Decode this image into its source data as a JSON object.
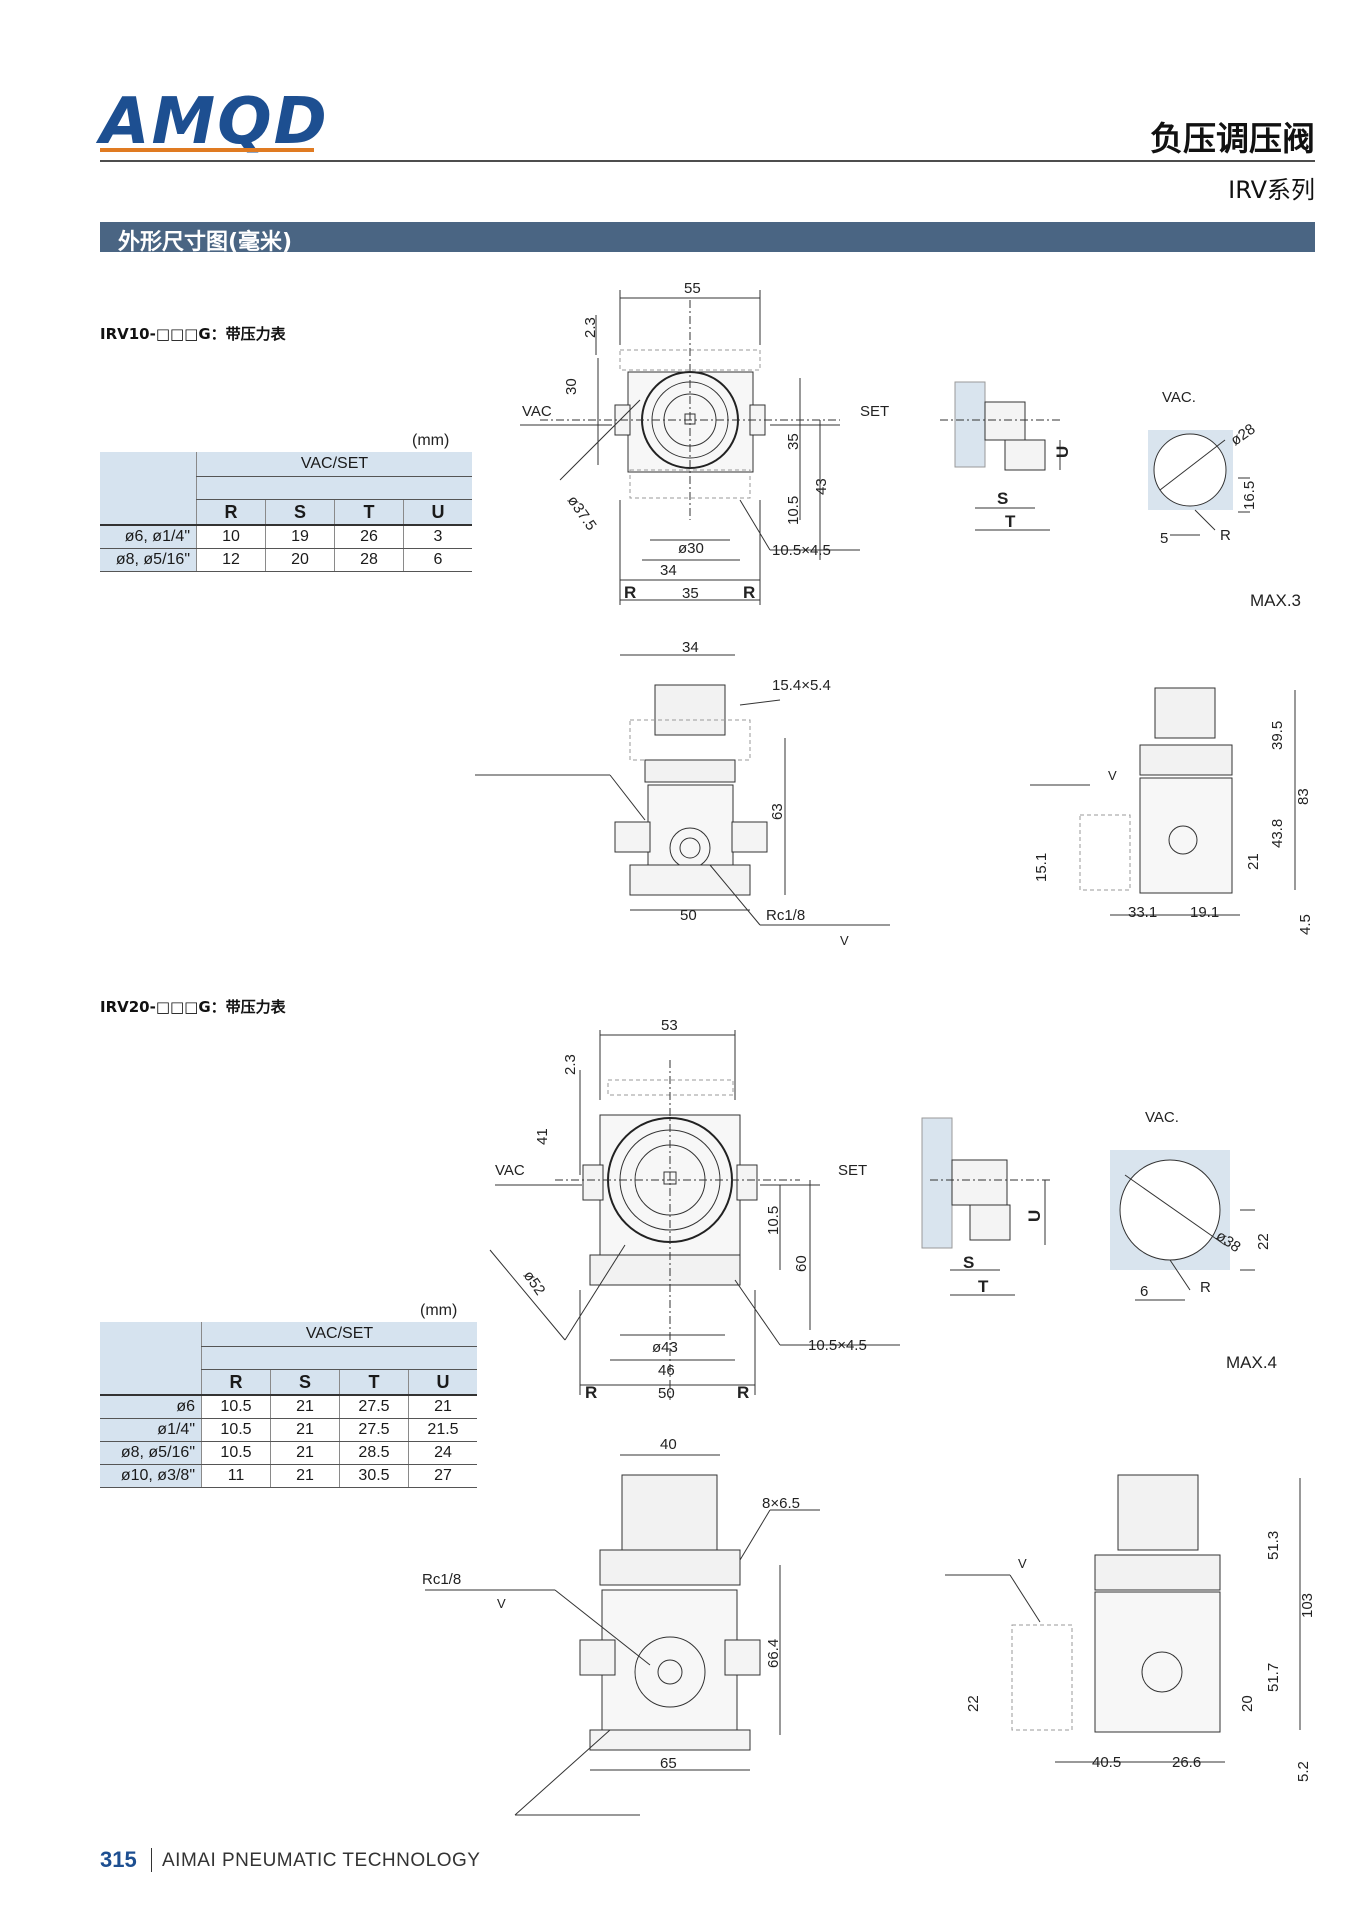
{
  "header": {
    "logo": "AMQD",
    "title": "负压调压阀",
    "series": "IRV系列"
  },
  "section": {
    "title": "外形尺寸图(毫米)"
  },
  "irv10": {
    "model": "IRV10-□□□G：带压力表",
    "unit": "(mm)",
    "group": "VAC/SET",
    "cols": [
      "R",
      "S",
      "T",
      "U"
    ],
    "rows": [
      {
        "label": "ø6, ø1/4\"",
        "R": "10",
        "S": "19",
        "T": "26",
        "U": "3"
      },
      {
        "label": "ø8, ø5/16\"",
        "R": "12",
        "S": "20",
        "T": "28",
        "U": "6"
      }
    ],
    "max": "MAX.3",
    "dims": {
      "top_width": "55",
      "d23": "2.3",
      "d30": "30",
      "vac": "VAC",
      "set": "SET",
      "d35": "35",
      "d43": "43",
      "d105": "10.5",
      "dia375": "ø37.5",
      "dia30": "ø30",
      "slot": "10.5×4.5",
      "d34": "34",
      "r_left": "R",
      "d35b": "35",
      "r_right": "R",
      "side_s": "S",
      "side_t": "T",
      "side_u": "U",
      "vac2": "VAC.",
      "dia28": "ø28",
      "d165": "16.5",
      "d5": "5",
      "r2": "R",
      "front_34": "34",
      "slot2": "15.4×5.4",
      "d63": "63",
      "d50": "50",
      "rc": "Rc1/8",
      "v1": "V",
      "side_v": "V",
      "d395": "39.5",
      "d83": "83",
      "d438": "43.8",
      "d21": "21",
      "d151": "15.1",
      "d331": "33.1",
      "d191": "19.1",
      "d45": "4.5"
    }
  },
  "irv20": {
    "model": "IRV20-□□□G：带压力表",
    "unit": "(mm)",
    "group": "VAC/SET",
    "cols": [
      "R",
      "S",
      "T",
      "U"
    ],
    "rows": [
      {
        "label": "ø6",
        "R": "10.5",
        "S": "21",
        "T": "27.5",
        "U": "21"
      },
      {
        "label": "ø1/4\"",
        "R": "10.5",
        "S": "21",
        "T": "27.5",
        "U": "21.5"
      },
      {
        "label": "ø8, ø5/16\"",
        "R": "10.5",
        "S": "21",
        "T": "28.5",
        "U": "24"
      },
      {
        "label": "ø10, ø3/8\"",
        "R": "11",
        "S": "21",
        "T": "30.5",
        "U": "27"
      }
    ],
    "max": "MAX.4",
    "dims": {
      "top_width": "53",
      "d23": "2.3",
      "d41": "41",
      "vac": "VAC",
      "set": "SET",
      "d105": "10.5",
      "d60": "60",
      "dia52": "ø52",
      "dia43": "ø43",
      "slot": "10.5×4.5",
      "d46": "46",
      "r_left": "R",
      "d50": "50",
      "r_right": "R",
      "side_s": "S",
      "side_t": "T",
      "side_u": "U",
      "vac2": "VAC.",
      "dia38": "ø38",
      "d22": "22",
      "d6": "6",
      "r2": "R",
      "front_40": "40",
      "slot2": "8×6.5",
      "rc": "Rc1/8",
      "v1": "V",
      "d664": "66.4",
      "d65": "65",
      "side_v": "V",
      "d513": "51.3",
      "d103": "103",
      "d517": "51.7",
      "d20": "20",
      "d22b": "22",
      "d405": "40.5",
      "d266": "26.6",
      "d52": "5.2"
    }
  },
  "footer": {
    "page": "315",
    "company": "AIMAI PNEUMATIC TECHNOLOGY"
  }
}
